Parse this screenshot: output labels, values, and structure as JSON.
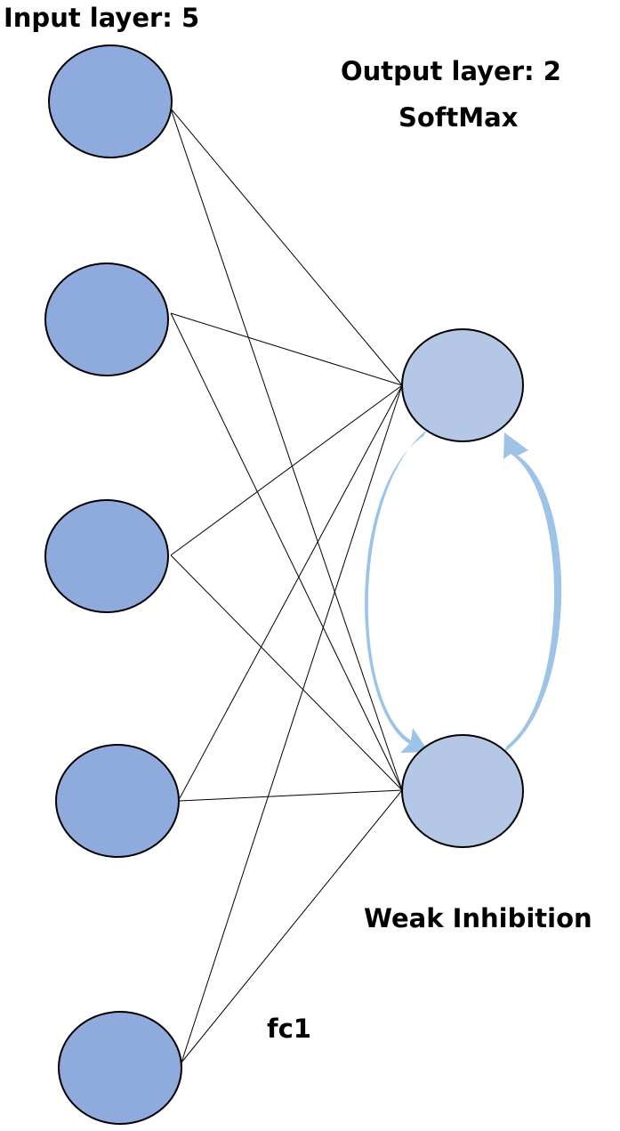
{
  "labels": {
    "input_layer": "Input layer: 5",
    "output_layer": "Output layer: 2",
    "softmax": "SoftMax",
    "weak_inhibition": "Weak Inhibition",
    "fc1": "fc1"
  },
  "colors": {
    "input_node_fill": "#8faadc",
    "output_node_fill": "#b4c7e7",
    "node_stroke": "#000000",
    "edge_stroke": "#000000",
    "inhibition_arrow": "#9dc3e6"
  }
}
